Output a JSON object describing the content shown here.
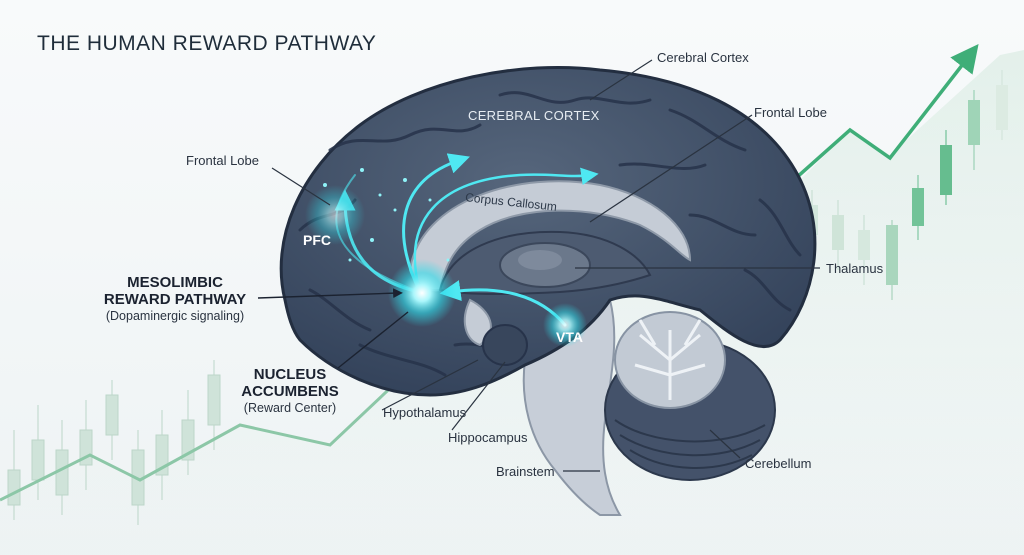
{
  "title": "THE HUMAN REWARD PATHWAY",
  "labels": {
    "cerebral_cortex_outer": "Cerebral Cortex",
    "cerebral_cortex_inner": "CEREBRAL CORTEX",
    "frontal_lobe_left": "Frontal Lobe",
    "frontal_lobe_right": "Frontal Lobe",
    "corpus_callosum": "Corpus Callosum",
    "thalamus": "Thalamus",
    "pfc": "PFC",
    "vta": "VTA",
    "hypothalamus": "Hypothalamus",
    "hippocampus": "Hippocampus",
    "brainstem": "Brainstem",
    "cerebellum": "Cerebellum"
  },
  "mesolimbic": {
    "line1": "MESOLIMBIC",
    "line2": "REWARD PATHWAY",
    "sub": "(Dopaminergic signaling)"
  },
  "nucleus": {
    "line1": "NUCLEUS",
    "line2": "ACCUMBENS",
    "sub": "(Reward Center)"
  },
  "colors": {
    "brain_dark": "#3b4a5e",
    "brain_mid": "#5b6b80",
    "glow": "#40e6f0",
    "trend_green": "#3fae78",
    "candle_green": "#7cc8a0"
  }
}
